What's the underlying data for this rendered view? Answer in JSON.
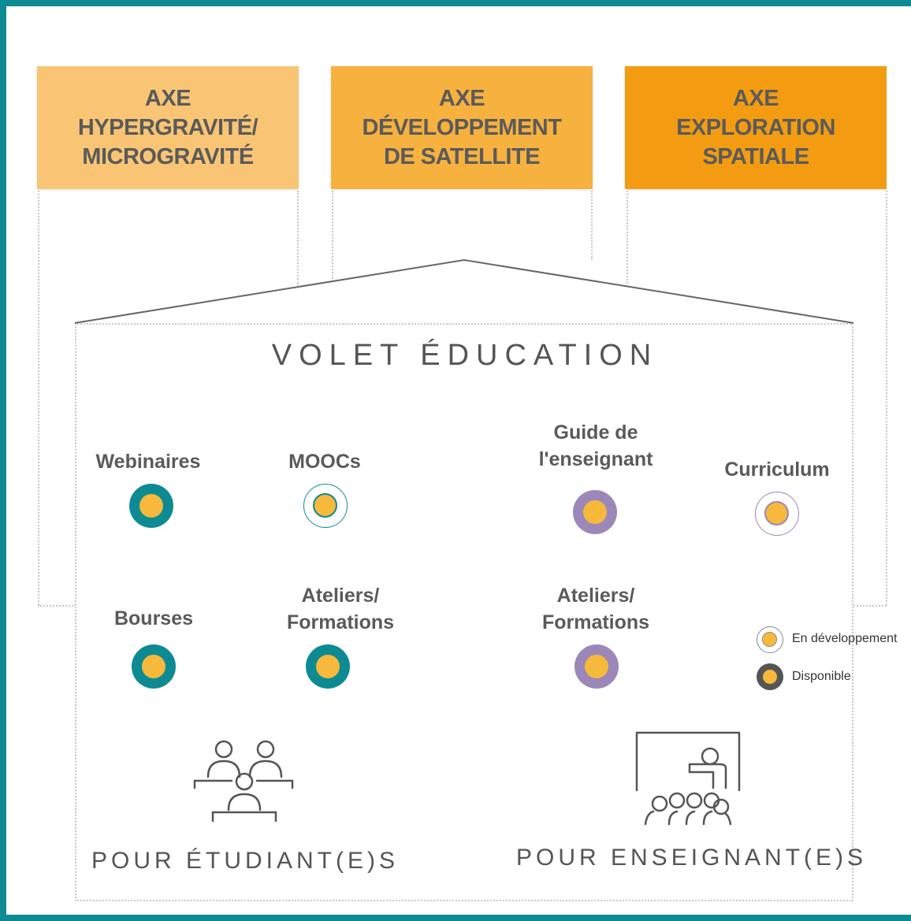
{
  "axes": [
    {
      "lines": [
        "AXE",
        "HYPERGRAVITÉ/",
        "MICROGRAVITÉ"
      ],
      "color": "#f9c575"
    },
    {
      "lines": [
        "AXE",
        "DÉVELOPPEMENT",
        "DE SATELLITE"
      ],
      "color": "#f6b13f"
    },
    {
      "lines": [
        "AXE",
        "EXPLORATION",
        "SPATIALE"
      ],
      "color": "#f39c12"
    }
  ],
  "volet": {
    "title": "VOLET ÉDUCATION"
  },
  "students": {
    "webinaires": {
      "label": "Webinaires",
      "status": "disponible"
    },
    "moocs": {
      "label": "MOOCs",
      "status": "en-developpement"
    },
    "bourses": {
      "label": "Bourses",
      "status": "disponible"
    },
    "ateliers": {
      "line1": "Ateliers/",
      "line2": "Formations",
      "status": "disponible"
    },
    "audience": "POUR ÉTUDIANT(E)S"
  },
  "teachers": {
    "guide": {
      "line1": "Guide de",
      "line2": "l'enseignant",
      "status": "disponible"
    },
    "curriculum": {
      "label": "Curriculum",
      "status": "en-developpement"
    },
    "ateliers": {
      "line1": "Ateliers/",
      "line2": "Formations",
      "status": "disponible"
    },
    "audience": "POUR ENSEIGNANT(E)S"
  },
  "legend": {
    "en_developpement": "En développement",
    "disponible": "Disponible"
  },
  "colors": {
    "frame": "#0d8a92",
    "student_ring": "#0d8a92",
    "teacher_ring": "#9b88b8",
    "core": "#f6b93b",
    "legend_ring": "#555555"
  },
  "icons": {
    "students": "classroom-students-icon",
    "teachers": "teacher-presentation-icon"
  }
}
